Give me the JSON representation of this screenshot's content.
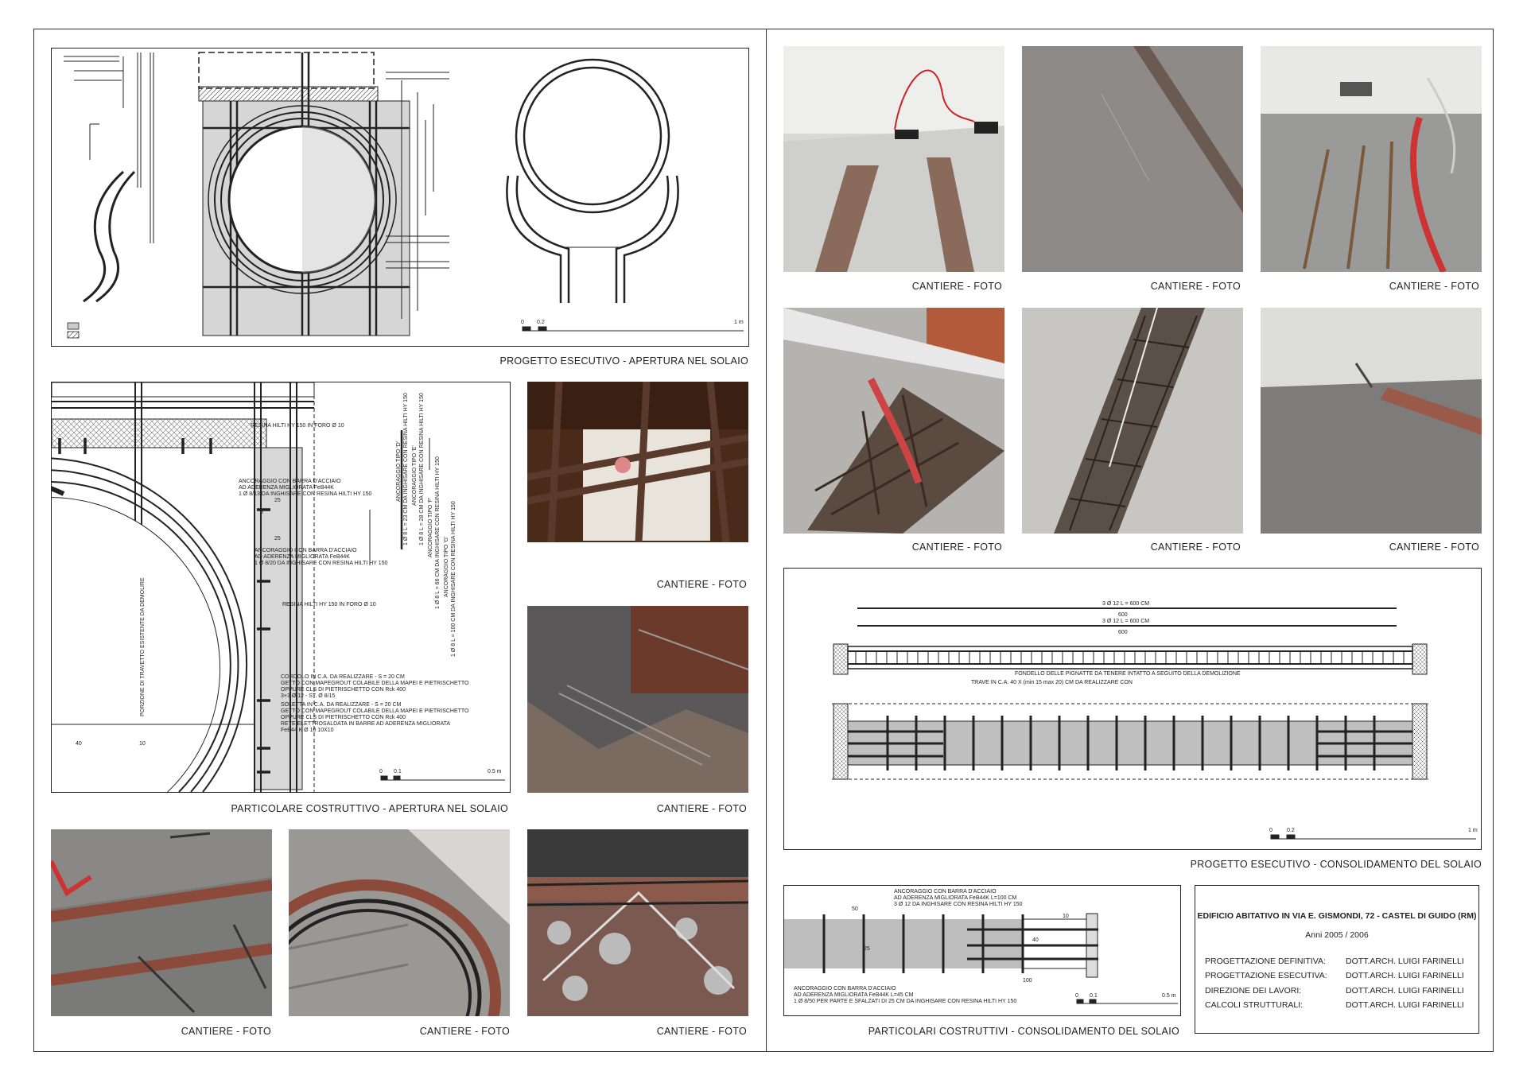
{
  "sheet": {
    "captions": {
      "top_left": "PROGETTO ESECUTIVO  -  APERTURA NEL SOLAIO",
      "mid_left": "PARTICOLARE COSTRUTTIVO  -  APERTURA NEL SOLAIO",
      "right_mid": "PROGETTO ESECUTIVO  -  CONSOLIDAMENTO DEL SOLAIO",
      "right_bottom": "PARTICOLARI COSTRUTTIVI  -  CONSOLIDAMENTO DEL SOLAIO",
      "photo": "CANTIERE  -  FOTO"
    },
    "title_block": {
      "title": "EDIFICIO ABITATIVO IN VIA E. GISMONDI, 72 - CASTEL DI GUIDO (RM)",
      "years": "Anni 2005 / 2006",
      "rows": [
        {
          "label": "PROGETTAZIONE DEFINITIVA:",
          "value": "DOTT.ARCH. LUIGI FARINELLI"
        },
        {
          "label": "PROGETTAZIONE ESECUTIVA:",
          "value": "DOTT.ARCH. LUIGI FARINELLI"
        },
        {
          "label": "DIREZIONE DEI LAVORI:",
          "value": "DOTT.ARCH. LUIGI FARINELLI"
        },
        {
          "label": "CALCOLI STRUTTURALI:",
          "value": "DOTT.ARCH. LUIGI FARINELLI"
        }
      ]
    },
    "detail_notes": {
      "resina1": "RESINA HILTI HY 150 IN FORO Ø 10",
      "anc1a": "ANCORAGGIO CON BARRA D'ACCIAIO",
      "anc1b": "AD ADERENZA MIGLIORATA FeB44K",
      "anc1c": "1 Ø 8/13 DA INGHISARE CON RESINA HILTI HY 150",
      "anc2a": "ANCORAGGIO CON BARRA D'ACCIAIO",
      "anc2b": "AD ADERENZA MIGLIORATA FeB44K",
      "anc2c": "1 Ø 8/20 DA INGHISARE CON RESINA HILTI HY 150",
      "resina2": "RESINA HILTI HY 150 IN FORO Ø 10",
      "cord1": "CORDOLO IN C.A. DA REALIZZARE - S = 20 CM",
      "cord2": "GETTO CON MAPEGROUT COLABILE DELLA MAPEI E PIETRISCHETTO",
      "cord3": "OPPURE CLS DI PIETRISCHETTO CON Rck 400",
      "cord4": "3+3 Ø 12 - ST. Ø 8/15",
      "sol1": "SOLETTA IN C.A. DA REALIZZARE - S = 20 CM",
      "sol2": "GETTO CON MAPEGROUT COLABILE DELLA MAPEI E PIETRISCHETTO",
      "sol3": "OPPURE CLS DI PIETRISCHETTO CON Rck 400",
      "sol4": "RETE ELETTROSALDATA IN BARRE AD ADERENZA MIGLIORATA",
      "sol5": "FeB44 K Ø 10 10X10",
      "vert": "PORZIONE DI TRAVETTO ESISTENTE DA DEMOLIRE",
      "tipo1": "ANCORAGGIO TIPO 'D'",
      "tipo1b": "1 Ø 8 L = 23 CM DA INGHISARE CON RESINA HILTI HY 150",
      "tipo2": "ANCORAGGIO TIPO 'E'",
      "tipo2b": "1 Ø 8 L = 28 CM DA INGHISARE CON RESINA HILTI HY 150",
      "tipo3": "ANCORAGGIO TIPO 'F'",
      "tipo3b": "1 Ø 8 L = 66 CM DA INGHISARE CON RESINA HILTI HY 150",
      "tipo4": "ANCORAGGIO TIPO 'G'",
      "tipo4b": "1 Ø 8 L = 100 CM DA INGHISARE CON RESINA HILTI HY 150",
      "dim25a": "25",
      "dim25b": "25",
      "dim40": "40",
      "dim10": "10",
      "dim8": "8",
      "scale0": "0",
      "scale01": "0.1",
      "scale05": "0.5 m"
    },
    "beam_notes": {
      "top1": "3 Ø 12 L = 600 CM",
      "top2": "600",
      "top3": "3 Ø 12 L = 600 CM",
      "top4": "600",
      "fondello": "FONDELLO DELLE PIGNATTE DA TENERE INTATTO A SEGUITO DELLA DEMOLIZIONE",
      "trave": "TRAVE IN C.A. 40 X (min 15 max 20) CM DA REALIZZARE CON",
      "scale0": "0",
      "scale02": "0.2",
      "scale1": "1 m"
    },
    "bottom_detail": {
      "n1": "ANCORAGGIO CON BARRA D'ACCIAIO",
      "n2": "AD ADERENZA MIGLIORATA FeB44K L=100 CM",
      "n3": "3 Ø 12 DA INGHISARE CON RESINA HILTI HY 150",
      "n4": "ANCORAGGIO CON BARRA D'ACCIAIO",
      "n5": "AD ADERENZA MIGLIORATA FeB44K L=45 CM",
      "n6": "1 Ø 8/50 PER PARTE E SFALZATI DI 25 CM DA INGHISARE CON RESINA HILTI HY 150",
      "d50": "50",
      "d25": "25",
      "d100": "100",
      "d10": "10",
      "d40": "40",
      "scale0": "0",
      "scale01": "0.1",
      "scale05": "0.5 m"
    },
    "top_scale": {
      "s0": "0",
      "s1": "0.2",
      "s2": "1 m"
    }
  }
}
